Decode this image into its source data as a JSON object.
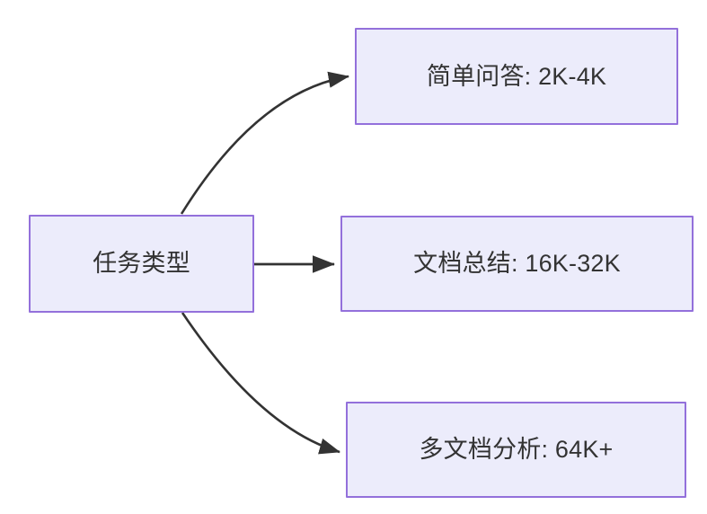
{
  "diagram": {
    "type": "flowchart",
    "direction": "left-to-right",
    "background_color": "#ffffff",
    "node_fill_color": "#ececfb",
    "node_border_color": "#9370db",
    "node_text_color": "#333333",
    "edge_color": "#333333",
    "nodes": [
      {
        "id": "source",
        "label": "任务类型"
      },
      {
        "id": "simple_qa",
        "label": "简单问答: 2K-4K"
      },
      {
        "id": "doc_sum",
        "label": "文档总结: 16K-32K"
      },
      {
        "id": "multi_doc",
        "label": "多文档分析: 64K+"
      }
    ],
    "edges": [
      {
        "from": "source",
        "to": "simple_qa",
        "label": "",
        "style": "curved-up"
      },
      {
        "from": "source",
        "to": "doc_sum",
        "label": "",
        "style": "straight"
      },
      {
        "from": "source",
        "to": "multi_doc",
        "label": "",
        "style": "curved-down"
      }
    ]
  }
}
